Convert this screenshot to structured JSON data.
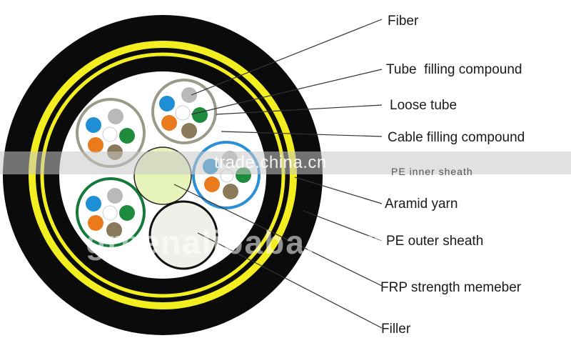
{
  "labels": {
    "fiber": "Fiber",
    "tube_filling": "Tube  filling compound",
    "loose_tube": "Loose tube",
    "cable_filling": "Cable filling compound",
    "aramid": "Aramid yarn",
    "pe_sheath": "PE outer sheath",
    "frp": "FRP strength memeber",
    "filler": "Filler"
  },
  "watermarks": {
    "trade": "trade.china.cn",
    "alibaba": "greenalibaba.com",
    "garbled": "PE inner sheath"
  },
  "colors": {
    "outer_sheath": "#0b0b0b",
    "aramid_ring": "#f3ee1f",
    "frp": "#e6f3b9",
    "filler": "#eef1ea",
    "tube_grey": "#9a9a88",
    "tube_blue": "#2a8fd6",
    "tube_green": "#147a3a",
    "fiber_blue": "#1e8fd4",
    "fiber_orange": "#ea7a1c",
    "fiber_green": "#1e8c3c",
    "fiber_grey": "#b9b9b9",
    "fiber_brown": "#8a7a5a",
    "fiber_white": "#ffffff"
  }
}
